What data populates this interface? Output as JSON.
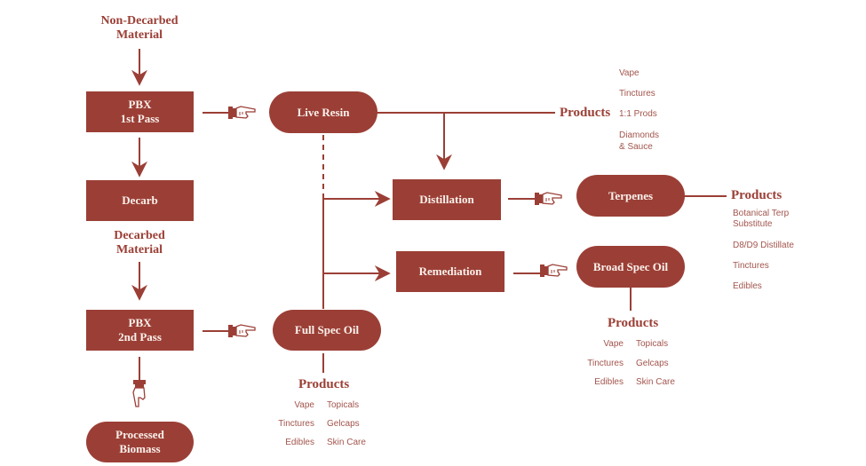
{
  "colors": {
    "primary": "#9b3f36",
    "box_text": "#fbf1ec",
    "product_text": "#a2554d"
  },
  "inputs": {
    "non_decarbed": [
      "Non-Decarbed",
      "Material"
    ],
    "decarbed": [
      "Decarbed",
      "Material"
    ]
  },
  "nodes": {
    "pbx1": [
      "PBX",
      "1st Pass"
    ],
    "decarb": "Decarb",
    "pbx2": [
      "PBX",
      "2nd Pass"
    ],
    "processed_biomass": [
      "Processed",
      "Biomass"
    ],
    "live_resin": "Live Resin",
    "full_spec_oil": "Full Spec Oil",
    "distillation": "Distillation",
    "remediation": "Remediation",
    "terpenes": "Terpenes",
    "broad_spec_oil": "Broad Spec Oil"
  },
  "products": {
    "live_resin": {
      "heading": "Products",
      "items": [
        "Vape",
        "Tinctures",
        "1:1 Prods",
        "Diamonds",
        "& Sauce"
      ]
    },
    "terpenes": {
      "heading": "Products",
      "items": [
        "Botanical Terp",
        "Substitute",
        "D8/D9 Distillate",
        "Tinctures",
        "Edibles"
      ]
    },
    "broad_spec_oil": {
      "heading": "Products",
      "left": [
        "Vape",
        "Tinctures",
        "Edibles"
      ],
      "right": [
        "Topicals",
        "Gelcaps",
        "Skin Care"
      ]
    },
    "full_spec_oil": {
      "heading": "Products",
      "left": [
        "Vape",
        "Tinctures",
        "Edibles"
      ],
      "right": [
        "Topicals",
        "Gelcaps",
        "Skin Care"
      ]
    }
  },
  "icons": {
    "connector": "pointing-hand-icon"
  }
}
